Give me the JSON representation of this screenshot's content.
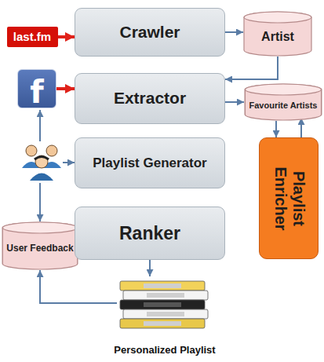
{
  "diagram": {
    "nodes": [
      {
        "text": [
          "last.fm"
        ]
      },
      {
        "text": [
          "Crawler"
        ]
      },
      {
        "text": [
          "Artist"
        ]
      },
      {
        "text": [
          "f"
        ]
      },
      {
        "text": [
          "Extractor"
        ]
      },
      {
        "text": [
          "Favourite Artists"
        ]
      },
      {
        "text": [
          "Playlist Generator"
        ]
      },
      {
        "text": [
          "Playlist Enricher"
        ]
      },
      {
        "text": [
          "User Feedback"
        ]
      },
      {
        "text": [
          "Ranker"
        ]
      },
      {
        "text": [
          "Personalized Playlist"
        ]
      }
    ],
    "edges": [
      {
        "from": 0,
        "to": 1,
        "arrow": "to"
      },
      {
        "from": 1,
        "to": 2,
        "arrow": "to"
      },
      {
        "from": 2,
        "to": 4,
        "arrow": "to"
      },
      {
        "from": 3,
        "to": 4,
        "arrow": "to"
      },
      {
        "from": 4,
        "to": 5,
        "arrow": "to"
      },
      {
        "from": 5,
        "to": 7,
        "arrow": "to"
      },
      {
        "from": 7,
        "to": 5,
        "arrow": "to"
      },
      {
        "from": 9,
        "to": 10,
        "arrow": "to"
      },
      {
        "from": 10,
        "to": 8,
        "arrow": "to"
      }
    ]
  }
}
